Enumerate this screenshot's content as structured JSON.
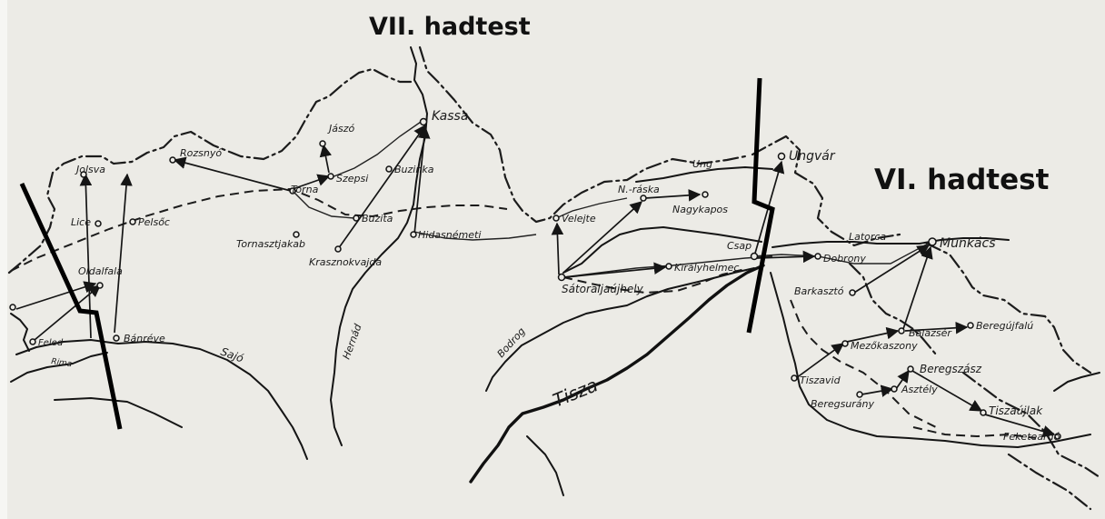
{
  "corps": {
    "vii": "VII. hadtest",
    "vi": "VI. hadtest"
  },
  "towns": {
    "kassa": "Kassa",
    "jaszo": "Jászó",
    "rozsnyo": "Rozsnyó",
    "jolsva": "Jolsva",
    "lice": "Lice",
    "pelsoc": "Pelsőc",
    "oldalfala": "Oldalfala",
    "feled": "Feled",
    "banreve": "Bánréve",
    "torna": "Torna",
    "szepsi": "Szepsi",
    "buzinka": "Buzinka",
    "buzita": "Buzita",
    "tornaszt": "Tornasztjakab",
    "krasznok": "Krasznokvajda",
    "hidas": "Hidasnémeti",
    "ungvar": "Ungvár",
    "nraska": "N.-ráska",
    "nagykapos": "Nagykapos",
    "velejte": "Velejte",
    "satoralja": "Sátoraljaújhely",
    "kiralyhelmec": "Királyhelmec",
    "csap": "Csap",
    "dobrony": "Dobrony",
    "munkacs": "Munkács",
    "barkaszto": "Barkasztó",
    "balazser": "Balazsér",
    "beregujfalu": "Beregújfalú",
    "mezokaszony": "Mezőkaszony",
    "tiszavid": "Tiszavid",
    "beregszasz": "Beregszász",
    "asztely": "Asztély",
    "beregsurany": "Beregsurány",
    "tiszaujlak": "Tiszaújlak",
    "feketeardo": "Feketeardó"
  },
  "rivers": {
    "ung": "Ung",
    "latorca": "Latorca",
    "bodrog": "Bodrog",
    "tisza": "Tisza",
    "sajo": "Sajó",
    "hernad": "Hernád",
    "rima": "Rima"
  },
  "colors": {
    "paper": "#ecebe6",
    "ink": "#151515"
  }
}
